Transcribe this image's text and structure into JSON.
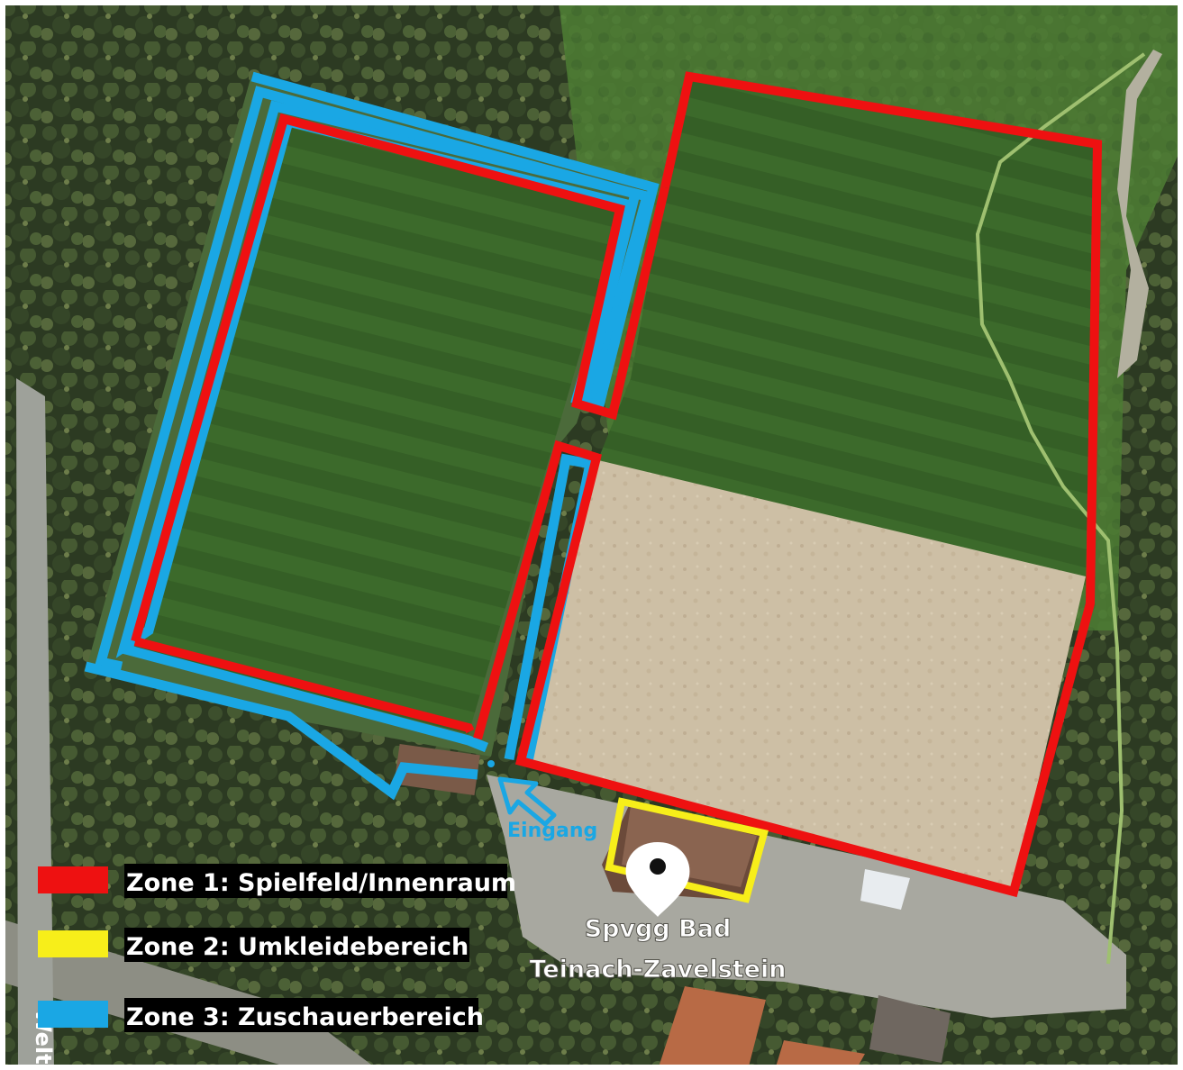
{
  "zone_colors": {
    "zone1": "#ee1111",
    "zone2": "#f7ee1a",
    "zone3": "#1aa7e4"
  },
  "legend": {
    "items": [
      {
        "label": "Zone 1: Spielfeld/Innenraum",
        "color": "#ee1111"
      },
      {
        "label": "Zone 2: Umkleidebereich",
        "color": "#f7ee1a"
      },
      {
        "label": "Zone 3: Zuschauerbereich",
        "color": "#1aa7e4"
      }
    ]
  },
  "entrance": {
    "label": "Eingang",
    "color": "#1aa7e4"
  },
  "place": {
    "name_line1": "Spvgg Bad",
    "name_line2": "Teinach-Zavelstein",
    "marker_icon": "location-pin-icon"
  },
  "street_label": "Welte"
}
